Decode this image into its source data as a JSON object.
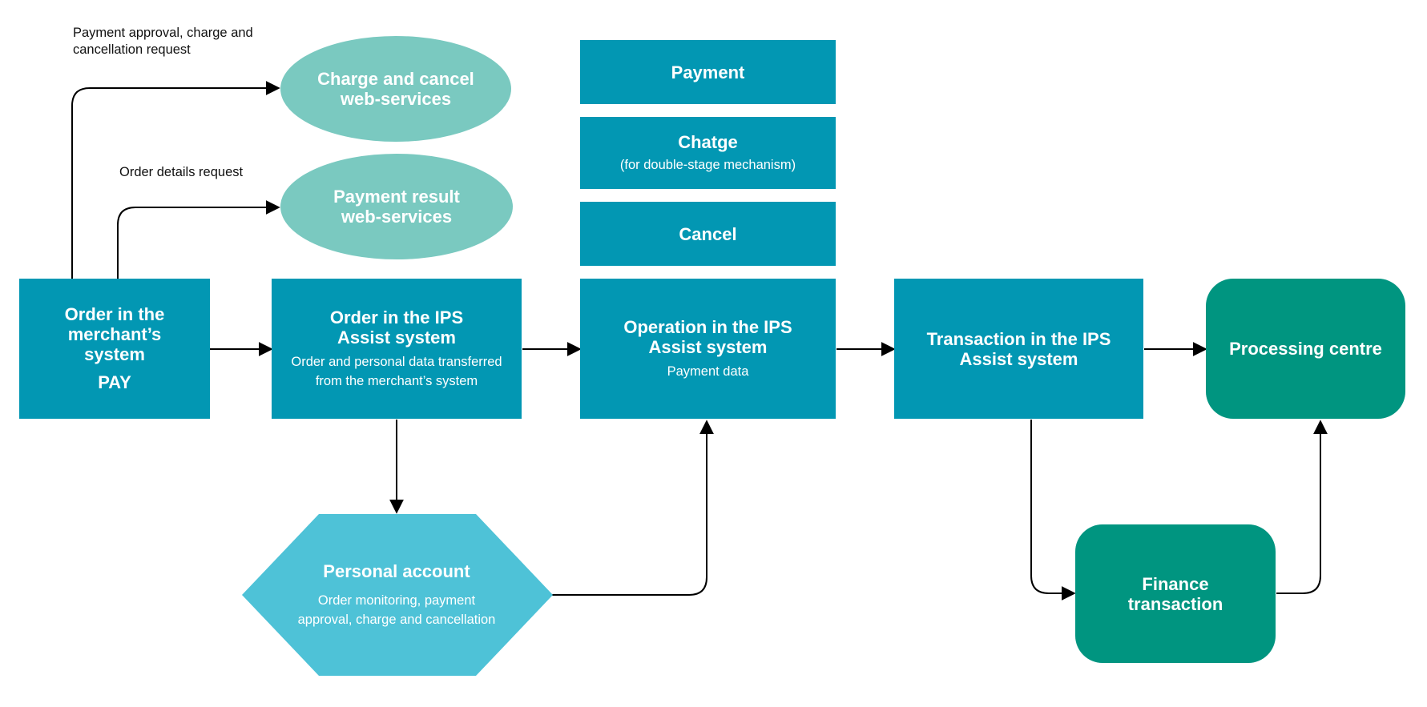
{
  "nodes": {
    "merchant_order": {
      "title": "Order in the merchant’s system",
      "label": "PAY"
    },
    "ips_order": {
      "title": "Order in the IPS Assist system",
      "subtitle": "Order and personal data transferred from the merchant’s system"
    },
    "operation": {
      "title": "Operation in the IPS Assist system",
      "subtitle": "Payment data"
    },
    "transaction": {
      "title": "Transaction in the IPS Assist system"
    },
    "processing": {
      "title": "Processing centre"
    },
    "finance": {
      "title": "Finance transaction"
    },
    "personal_account": {
      "title": "Personal account",
      "subtitle": "Order monitoring, payment approval, charge and cancellation"
    },
    "payment": {
      "title": "Payment"
    },
    "charge": {
      "title": "Chatge",
      "subtitle": "(for double-stage mechanism)"
    },
    "cancel": {
      "title": "Cancel"
    },
    "charge_cancel_ws": {
      "title": "Charge and cancel web-services"
    },
    "payment_result_ws": {
      "title": "Payment result web-services"
    }
  },
  "edge_labels": {
    "approval_request": "Payment approval, charge and cancellation request",
    "order_details_request": "Order details request"
  },
  "colors": {
    "teal": "#0297b3",
    "green": "#009580",
    "mint": "#7ac9c0",
    "light_blue": "#4ec2d7",
    "arrow": "#000000"
  }
}
